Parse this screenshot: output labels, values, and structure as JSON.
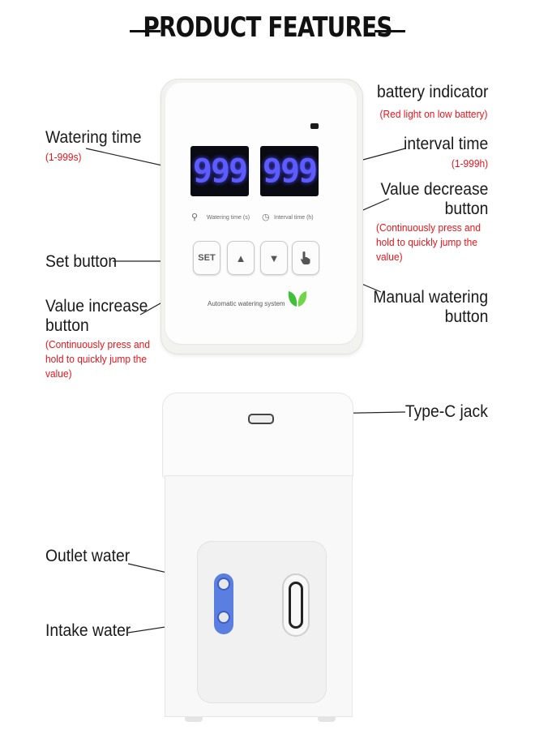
{
  "title": "PRODUCT FEATURES",
  "device_front": {
    "display_left": "999",
    "display_right": "999",
    "caption_left": "Watering time (s)",
    "caption_right": "Interval time (h)",
    "set_label": "SET",
    "up_glyph": "▲",
    "down_glyph": "▼",
    "brand_text": "Automatic watering system",
    "manual_icon": "hand-pointer-icon"
  },
  "labels": {
    "battery_indicator": "battery indicator",
    "battery_note": "(Red light on low battery)",
    "watering_time": "Watering time",
    "watering_range": "(1-999s)",
    "interval_time": "interval time",
    "interval_range": "(1-999h)",
    "value_decrease_1": "Value decrease",
    "value_decrease_2": "button",
    "decrease_note_1": "(Continuously press and",
    "decrease_note_2": "hold to quickly jump the",
    "decrease_note_3": "value)",
    "set_button": "Set button",
    "value_increase_1": "Value increase",
    "value_increase_2": "button",
    "increase_note_1": "(Continuously press and",
    "increase_note_2": "hold to quickly jump the",
    "increase_note_3": "value)",
    "manual_watering_1": "Manual watering",
    "manual_watering_2": "button",
    "type_c": "Type-C jack",
    "outlet_water": "Outlet water",
    "intake_water": "Intake water"
  },
  "colors": {
    "note_red": "#e8141c",
    "display_blue": "#5d5dff",
    "port_blue": "#5b7fe0",
    "leaf_green": "#3fbf3a"
  }
}
